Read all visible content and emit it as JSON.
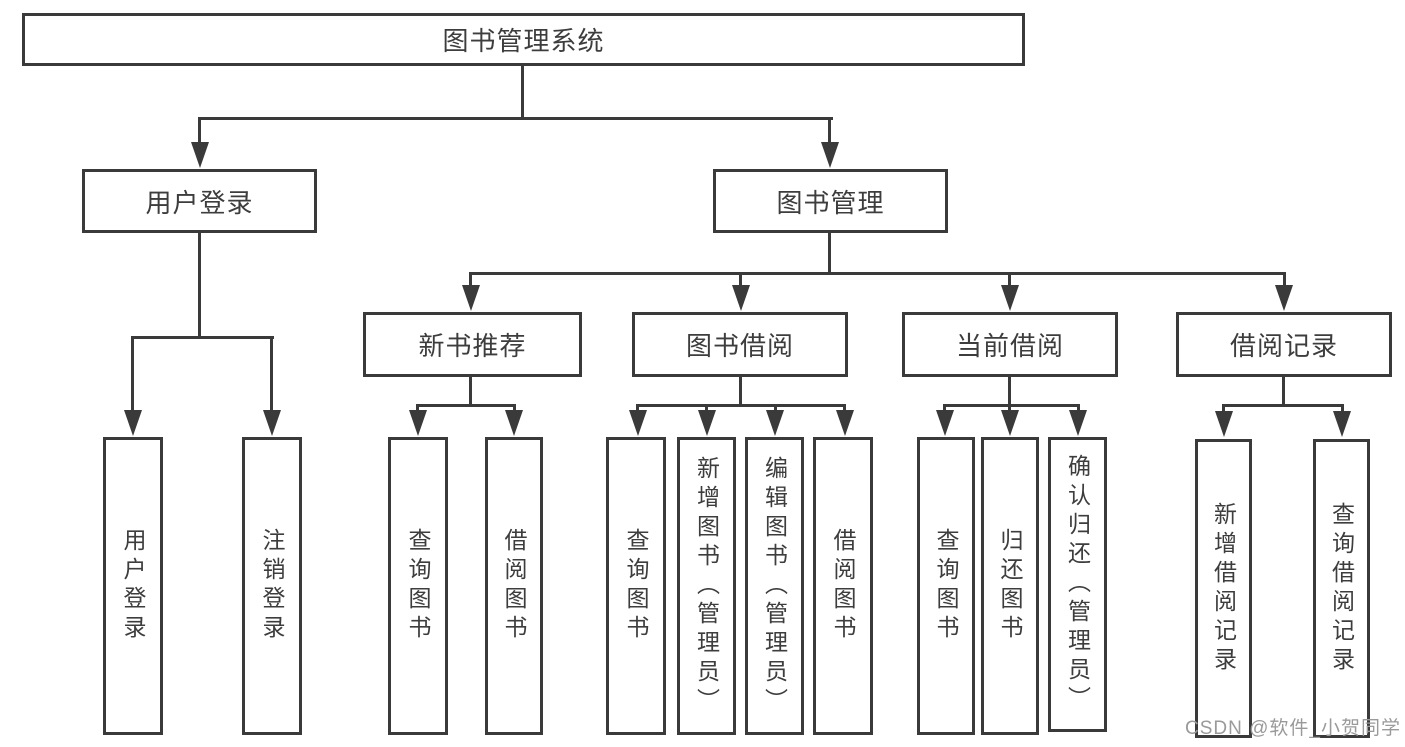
{
  "diagram": {
    "type": "hierarchy",
    "root": {
      "label": "图书管理系统"
    },
    "level2": [
      {
        "id": "user_login",
        "label": "用户登录",
        "parent": "图书管理系统"
      },
      {
        "id": "book_management",
        "label": "图书管理",
        "parent": "图书管理系统"
      }
    ],
    "level3": [
      {
        "id": "new_book_recommend",
        "label": "新书推荐",
        "parent": "图书管理"
      },
      {
        "id": "book_borrow",
        "label": "图书借阅",
        "parent": "图书管理"
      },
      {
        "id": "current_borrow",
        "label": "当前借阅",
        "parent": "图书管理"
      },
      {
        "id": "borrow_records",
        "label": "借阅记录",
        "parent": "图书管理"
      }
    ],
    "leaves": [
      {
        "label": "用户登录",
        "parent": "用户登录"
      },
      {
        "label": "注销登录",
        "parent": "用户登录"
      },
      {
        "label": "查询图书",
        "parent": "新书推荐"
      },
      {
        "label": "借阅图书",
        "parent": "新书推荐"
      },
      {
        "label": "查询图书",
        "parent": "图书借阅"
      },
      {
        "label": "新增图书（管理员）",
        "parent": "图书借阅"
      },
      {
        "label": "编辑图书（管理员）",
        "parent": "图书借阅"
      },
      {
        "label": "借阅图书",
        "parent": "图书借阅"
      },
      {
        "label": "查询图书",
        "parent": "当前借阅"
      },
      {
        "label": "归还图书",
        "parent": "当前借阅"
      },
      {
        "label": "确认归还（管理员）",
        "parent": "当前借阅"
      },
      {
        "label": "新增借阅记录",
        "parent": "借阅记录"
      },
      {
        "label": "查询借阅记录",
        "parent": "借阅记录"
      }
    ]
  },
  "watermark": "CSDN @软件_小贺同学",
  "colors": {
    "line": "#3a3a3a",
    "text": "#3d3d3d",
    "box_background": "#ffffff",
    "watermark": "#9a9a9a"
  }
}
